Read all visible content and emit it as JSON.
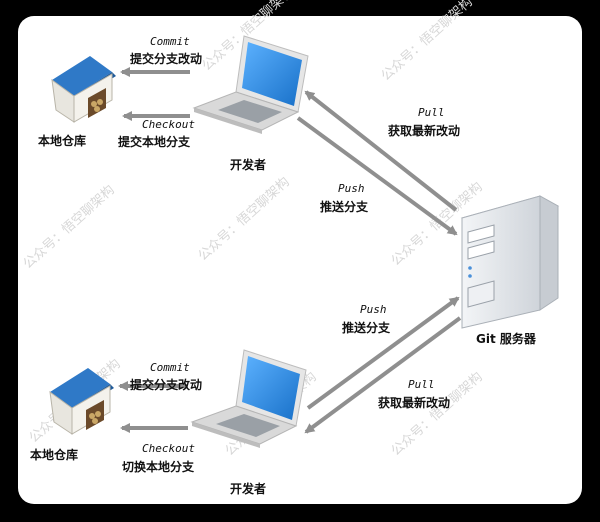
{
  "top": {
    "developer_label": "开发者",
    "repo_label": "本地仓库",
    "commit_en": "Commit",
    "commit_cn": "提交分支改动",
    "checkout_en": "Checkout",
    "checkout_cn": "提交本地分支",
    "pull_en": "Pull",
    "pull_cn": "获取最新改动",
    "push_en": "Push",
    "push_cn": "推送分支"
  },
  "bottom": {
    "developer_label": "开发者",
    "repo_label": "本地仓库",
    "commit_en": "Commit",
    "commit_cn": "提交分支改动",
    "checkout_en": "Checkout",
    "checkout_cn": "切换本地分支",
    "push_en": "Push",
    "push_cn": "推送分支",
    "pull_en": "Pull",
    "pull_cn": "获取最新改动"
  },
  "server": {
    "label": "Git 服务器"
  },
  "watermark": {
    "text": "公众号：悟空聊架构"
  },
  "colors": {
    "arrow": "#8f8f8f",
    "laptop_screen": "#2a8be0",
    "house_roof": "#2f79c7",
    "server_body": "#dfe3e8"
  }
}
